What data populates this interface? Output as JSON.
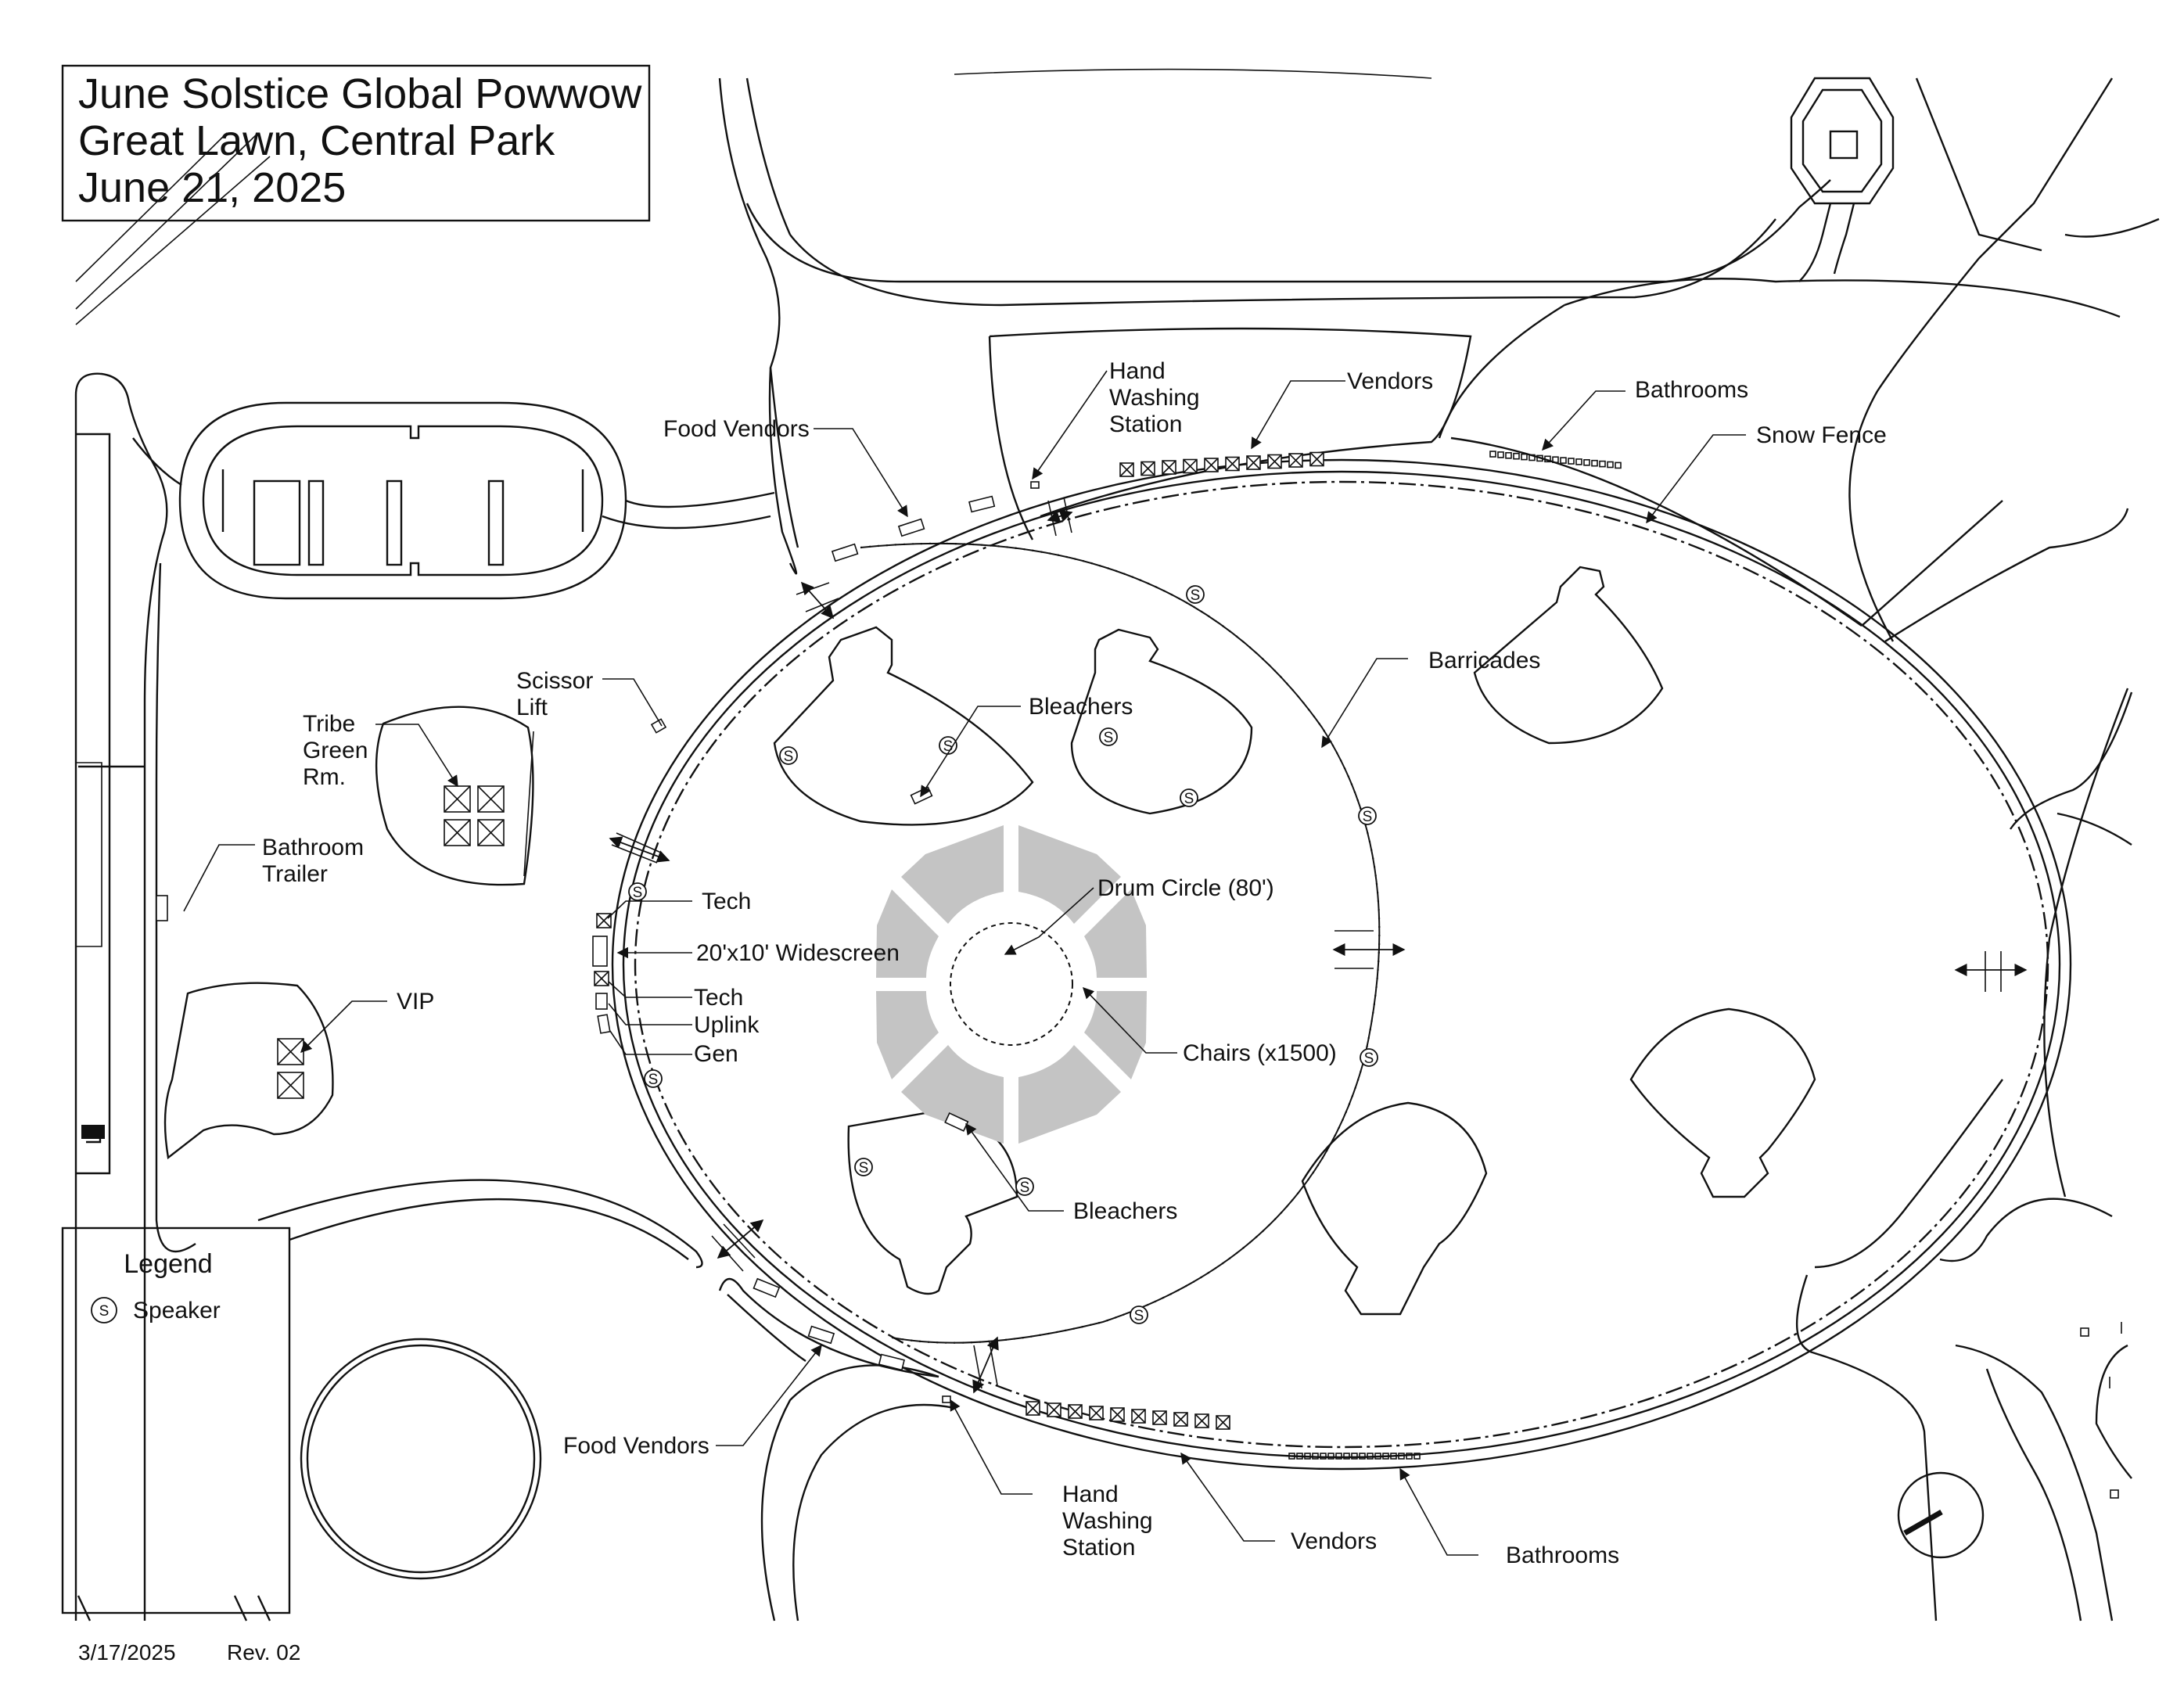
{
  "title": {
    "line1": "June Solstice Global Powwow",
    "line2": "Great Lawn, Central Park",
    "line3": "June 21, 2025"
  },
  "legend": {
    "heading": "Legend",
    "symbol": "S",
    "speaker_label": "Speaker"
  },
  "footer": {
    "date": "3/17/2025",
    "revision": "Rev. 02"
  },
  "labels": {
    "food_vendors_top": "Food Vendors",
    "hand_washing_top": [
      "Hand",
      "Washing",
      "Station"
    ],
    "vendors_top": "Vendors",
    "bathrooms_top": "Bathrooms",
    "snow_fence": "Snow Fence",
    "barricades": "Barricades",
    "scissor_lift": [
      "Scissor",
      "Lift"
    ],
    "tribe_green_room": [
      "Tribe",
      "Green",
      "Rm."
    ],
    "bleachers_top": "Bleachers",
    "bathroom_trailer": [
      "Bathroom",
      "Trailer"
    ],
    "tech_1": "Tech",
    "widescreen": "20'x10' Widescreen",
    "tech_2": "Tech",
    "uplink": "Uplink",
    "gen": "Gen",
    "vip": "VIP",
    "drum_circle": "Drum Circle (80')",
    "chairs": "Chairs (x1500)",
    "bleachers_bottom": "Bleachers",
    "food_vendors_bottom": "Food Vendors",
    "hand_washing_bottom": [
      "Hand",
      "Washing",
      "Station"
    ],
    "vendors_bottom": "Vendors",
    "bathrooms_bottom": "Bathrooms"
  },
  "speaker_symbol": "S"
}
